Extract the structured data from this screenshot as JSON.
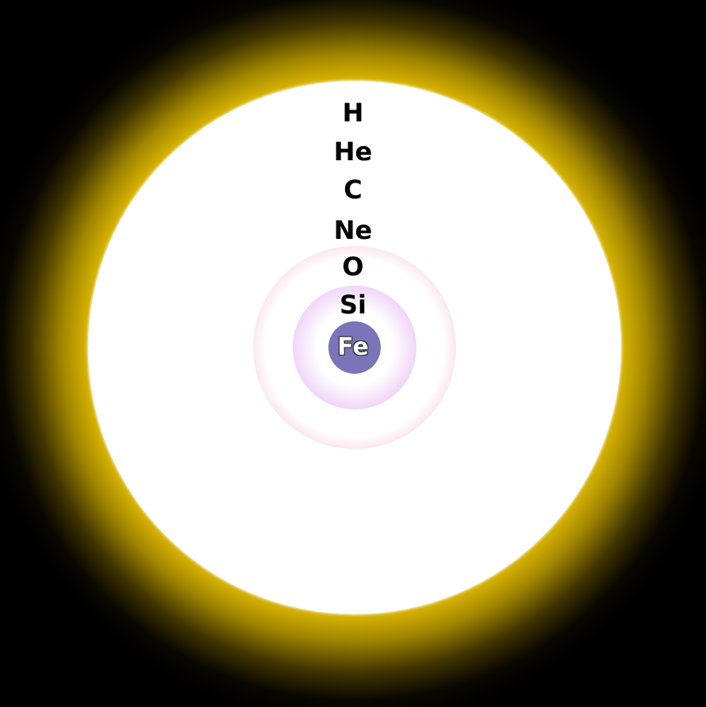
{
  "shells": [
    {
      "element": "H",
      "color": "#f7b0a0"
    },
    {
      "element": "He",
      "color": "#f5d98a"
    },
    {
      "element": "C",
      "color": "#b8b8b8"
    },
    {
      "element": "Ne",
      "color": "#1ec0b0"
    },
    {
      "element": "O",
      "color": "#f09ab8"
    },
    {
      "element": "Si",
      "color": "#e0a8f0"
    },
    {
      "element": "Fe",
      "color": "#7a74b8"
    }
  ],
  "glow_color": "#d4b000",
  "background": "#000000"
}
